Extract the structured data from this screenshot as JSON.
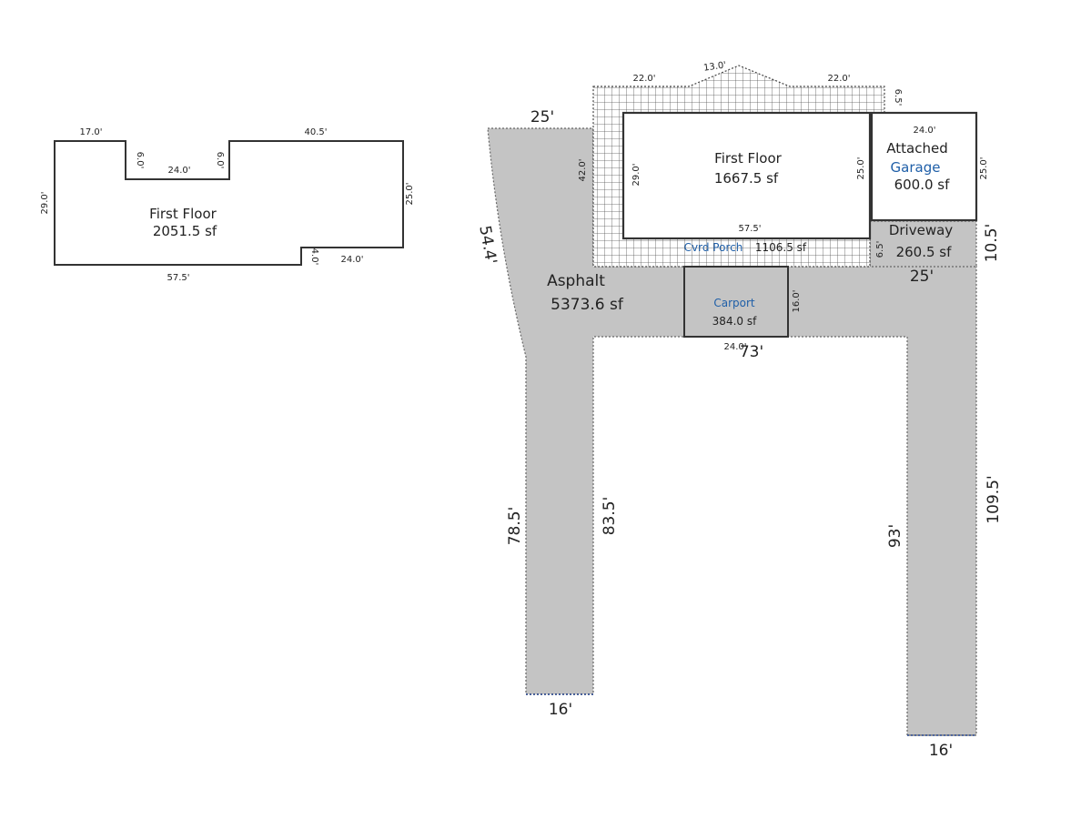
{
  "left_plan": {
    "dims": {
      "top_left": "17.0'",
      "notch_left": "6.0'",
      "notch_bottom": "24.0'",
      "notch_right": "6.0'",
      "top_right": "40.5'",
      "left_side": "29.0'",
      "right_side": "25.0'",
      "step_vertical": "4.0'",
      "step_bottom": "24.0'",
      "bottom": "57.5'"
    },
    "area": {
      "name": "First Floor",
      "sf": "2051.5 sf"
    }
  },
  "right_plan": {
    "porch_dims": {
      "top_left": "22.0'",
      "peak": "13.0'",
      "top_right": "22.0'",
      "right_short": "6.5'",
      "left": "42.0'"
    },
    "house": {
      "name": "First Floor",
      "sf": "1667.5 sf",
      "left": "29.0'",
      "right": "25.0'",
      "bottom": "57.5'"
    },
    "garage": {
      "name": "Attached",
      "name2": "Garage",
      "sf": "600.0 sf",
      "top": "24.0'",
      "right": "25.0'"
    },
    "porch": {
      "name": "Cvrd Porch",
      "sf": "1106.5 sf"
    },
    "driveway": {
      "name": "Driveway",
      "sf": "260.5 sf",
      "left": "6.5'",
      "right": "10.5'",
      "bottom": "25'"
    },
    "carport": {
      "name": "Carport",
      "sf": "384.0 sf",
      "right": "16.0'",
      "bottom": "24.0'"
    },
    "asphalt": {
      "name": "Asphalt",
      "sf": "5373.6 sf",
      "top": "25'",
      "diagonal": "54.4'",
      "left_outer": "78.5'",
      "left_inner": "83.5'",
      "left_bottom": "16'",
      "inner_top": "73'",
      "right_inner": "93'",
      "right_outer": "109.5'",
      "right_bottom": "16'"
    }
  },
  "colors": {
    "paved": "#c4c4c4",
    "outline": "#333333",
    "label_blue": "#1f5fa8"
  }
}
